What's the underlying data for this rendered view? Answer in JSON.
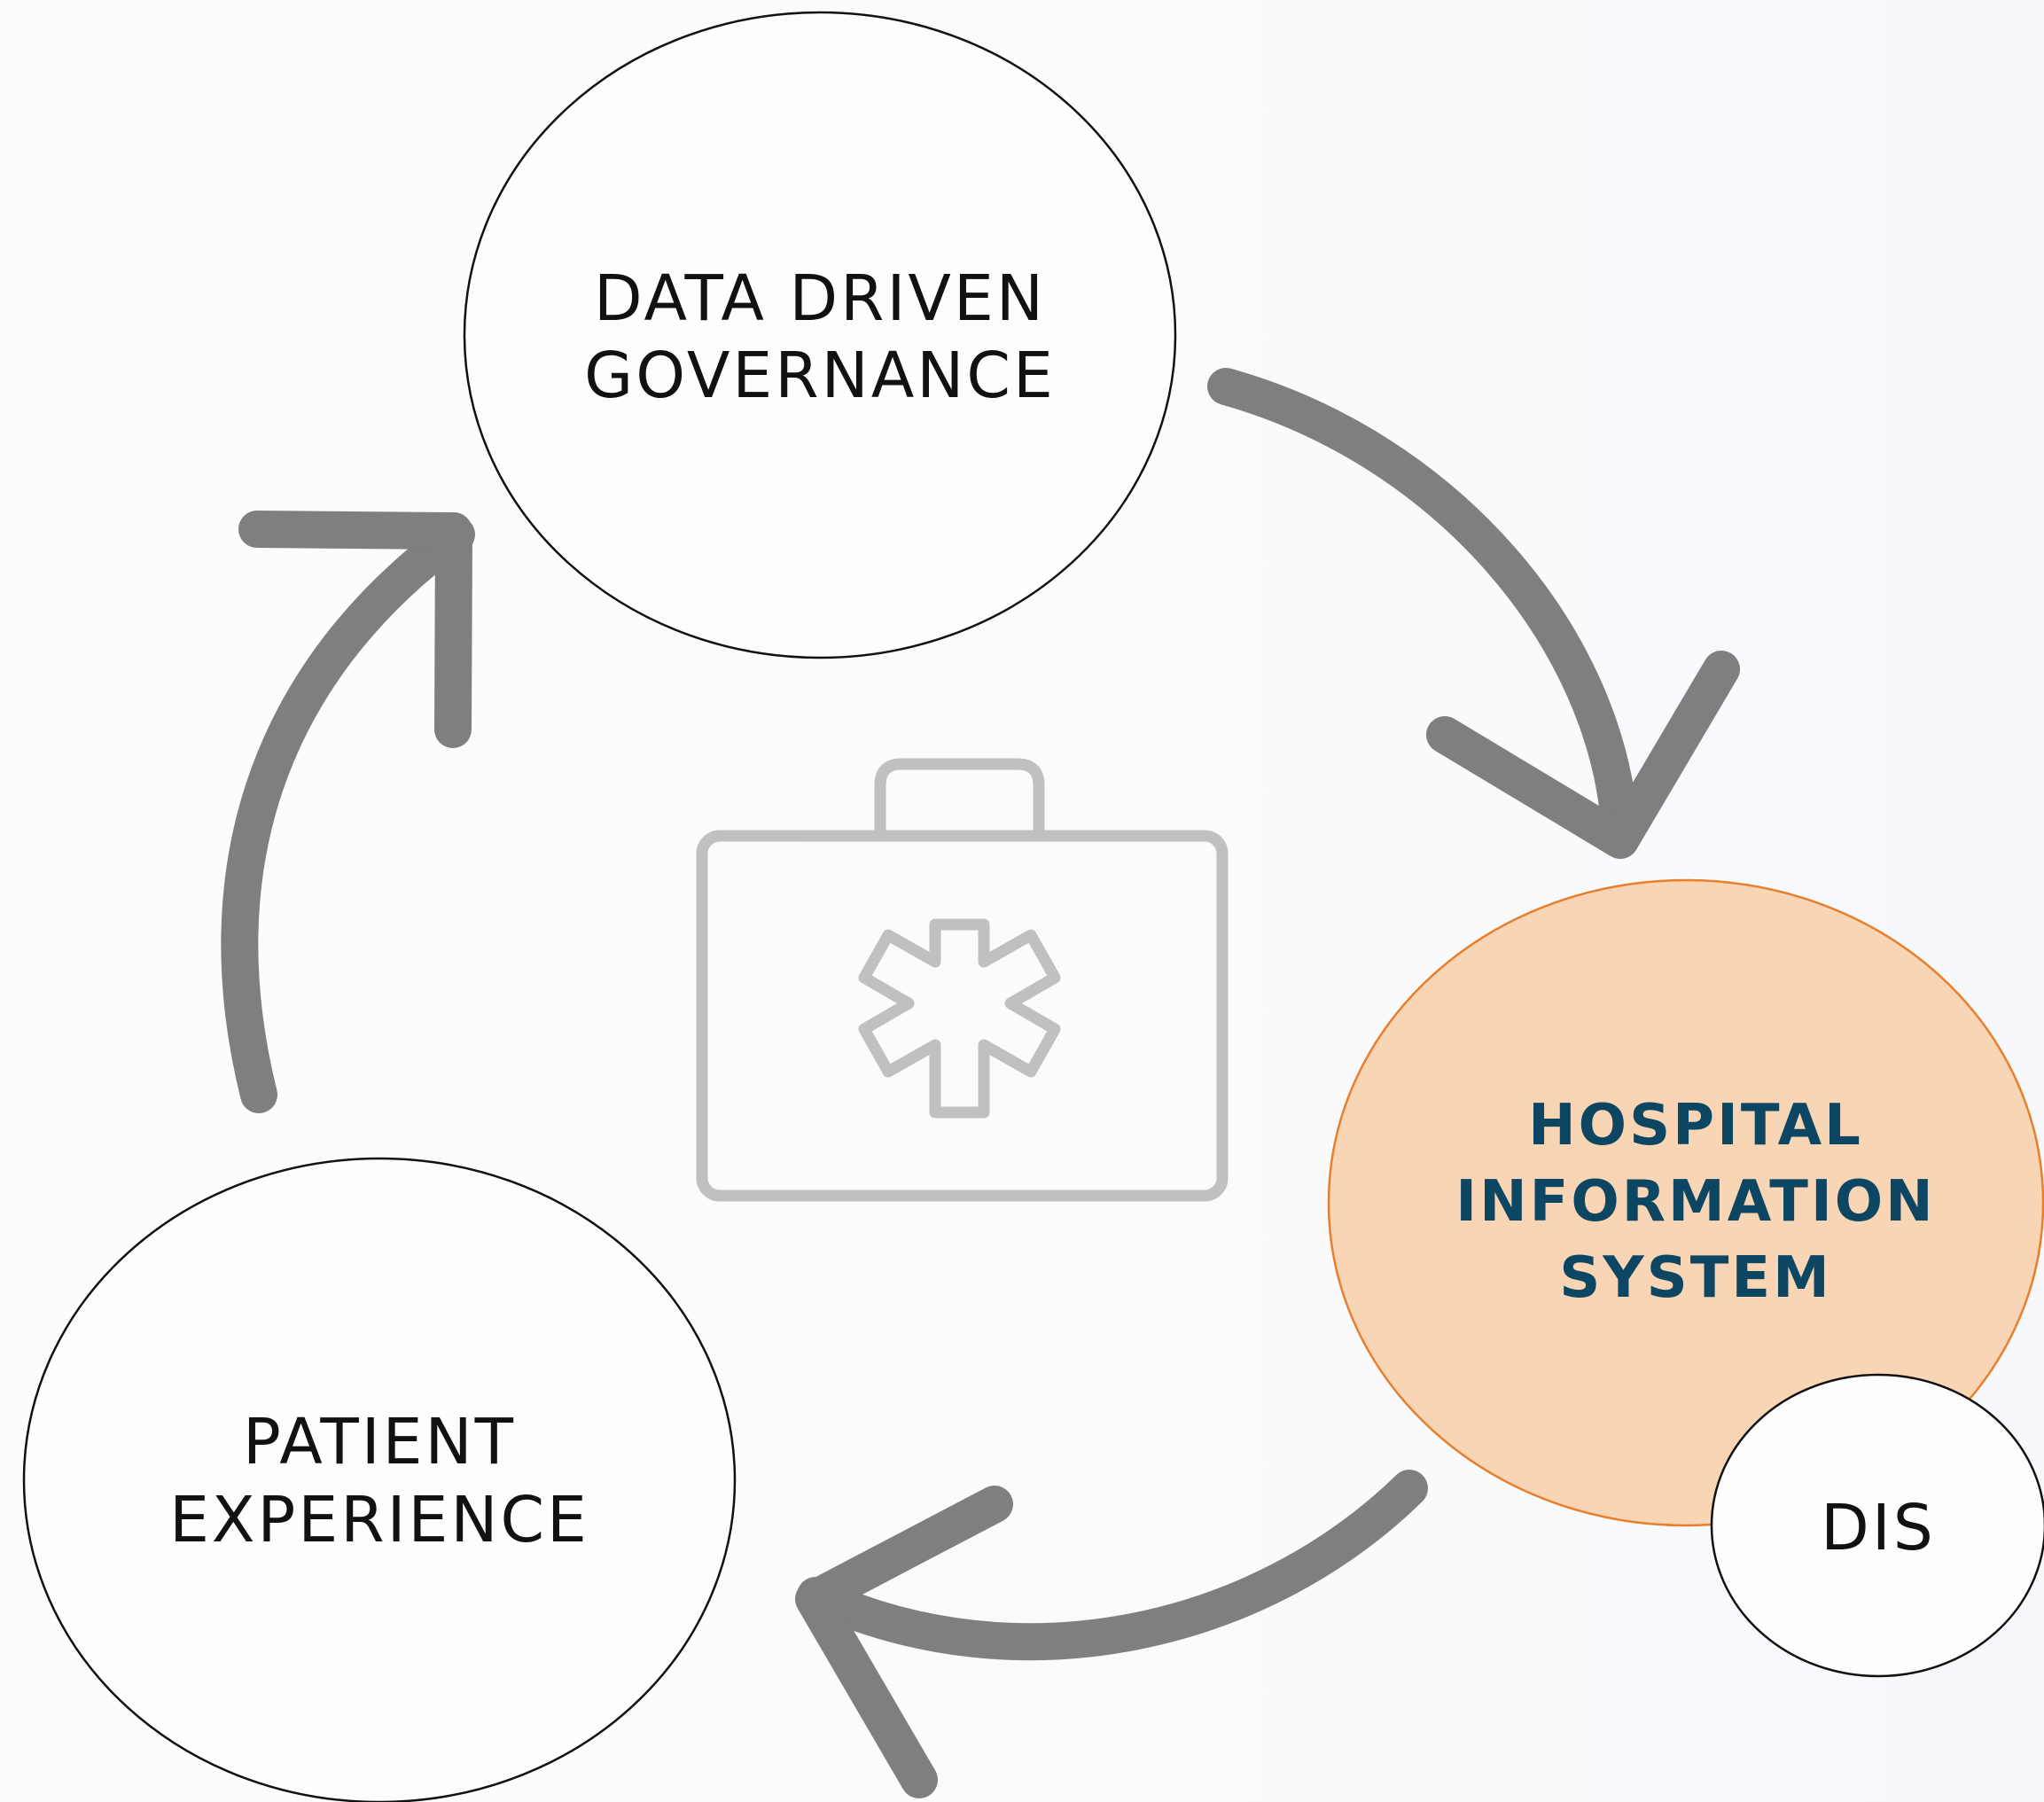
{
  "diagram": {
    "nodes": {
      "governance": {
        "line1": "DATA DRIVEN",
        "line2": "GOVERNANCE"
      },
      "his": {
        "line1": "HOSPITAL",
        "line2": "INFORMATION",
        "line3": "SYSTEM"
      },
      "dis": {
        "label": "DIS"
      },
      "patient": {
        "line1": "PATIENT",
        "line2": "EXPERIENCE"
      }
    },
    "center_icon": "medical-kit-icon",
    "colors": {
      "arrow": "#7f7f7f",
      "his_fill": "#f8d5b5",
      "his_stroke": "#e87f2c",
      "his_text": "#0c4662",
      "node_text": "#111111",
      "icon": "#c0c0c0"
    }
  }
}
